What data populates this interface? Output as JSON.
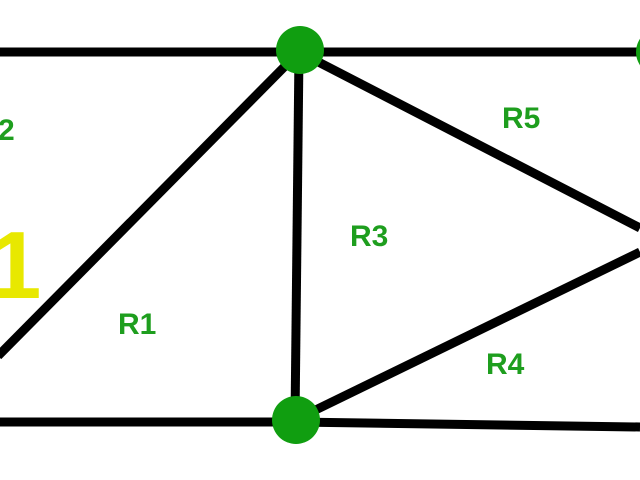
{
  "colors": {
    "edge": "#000000",
    "node": "#109e10",
    "region_label": "#1e9e1e",
    "highlight_label": "#e8e800"
  },
  "labels": {
    "r1": "R1",
    "r2_partial": "2",
    "r3": "R3",
    "r4": "R4",
    "r5": "R5",
    "yellow_partial": "1"
  }
}
